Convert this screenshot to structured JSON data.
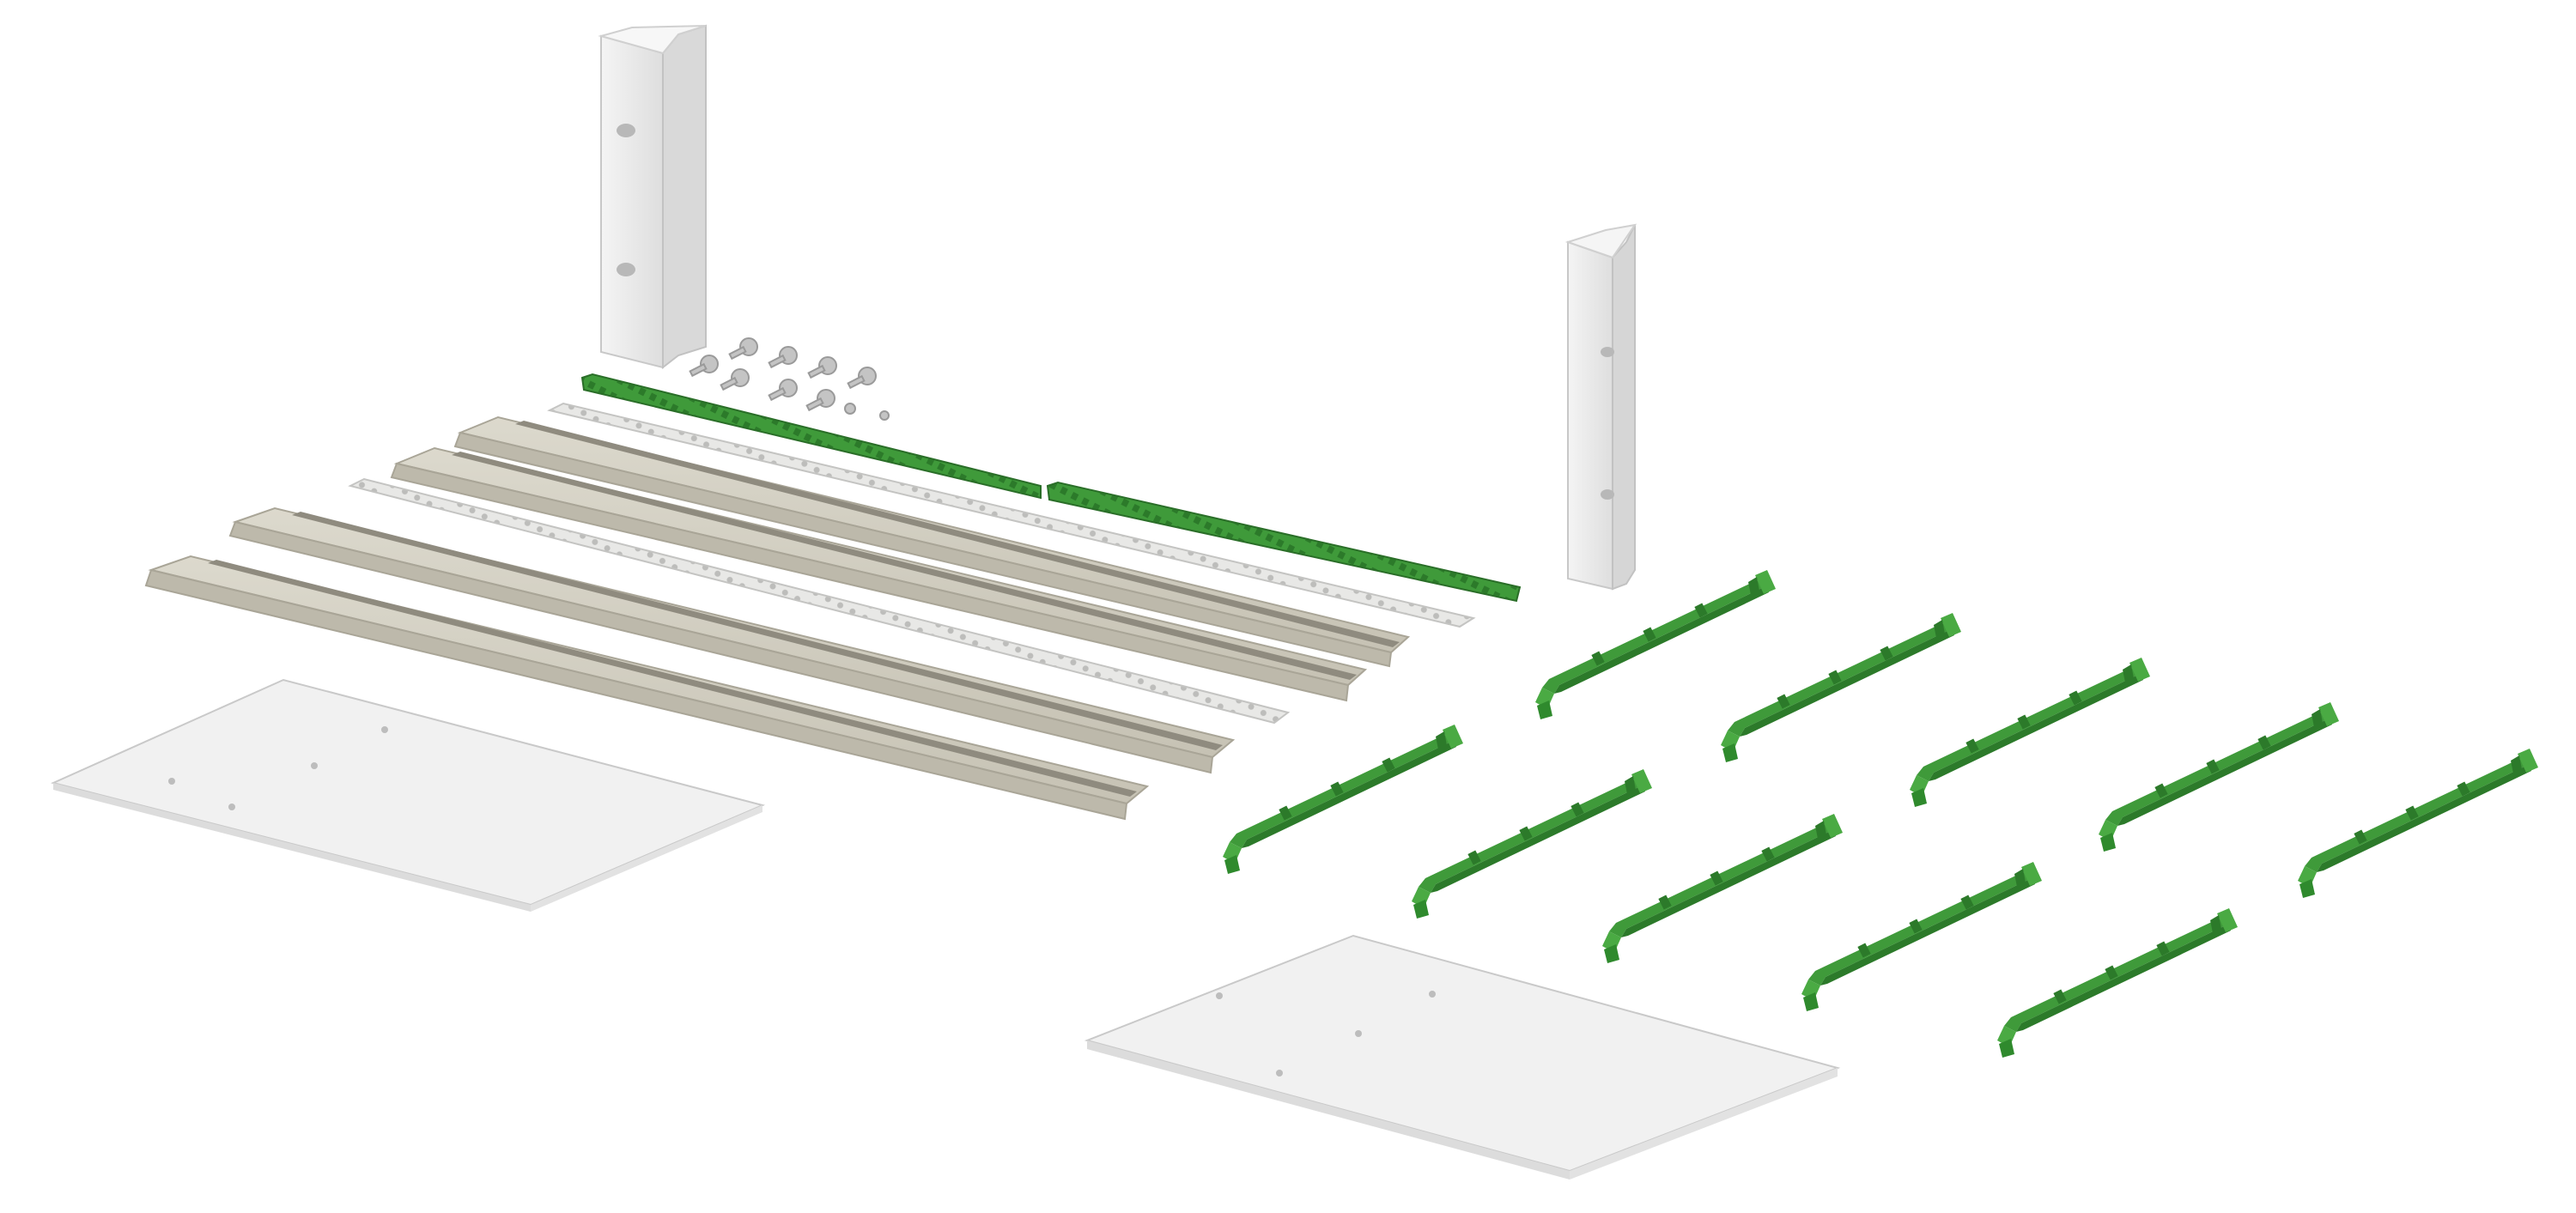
{
  "scene": {
    "description_label": "",
    "colors": {
      "background": "#ffffff",
      "aluminium_light": "#eeeeee",
      "aluminium_mid": "#d9d9d6",
      "aluminium_dark": "#b9b8b2",
      "rail_top": "#d3d0c4",
      "rail_side": "#bdb9ab",
      "rail_groove": "#8f8b7f",
      "perforated_strip": "#e6e6e4",
      "green_main": "#3f9a3a",
      "green_light": "#5cb755",
      "green_dark": "#2c7a2a",
      "panel": "#f1f1f1",
      "panel_edge": "#c9c9c9",
      "screw": "#bfbfbf"
    },
    "parts": {
      "side_brackets": 2,
      "screws": 8,
      "washers": 2,
      "green_coded_strips": 2,
      "perforated_strips": 2,
      "horizontal_rails": 4,
      "card_guides": 10,
      "cover_panels": 2
    }
  }
}
